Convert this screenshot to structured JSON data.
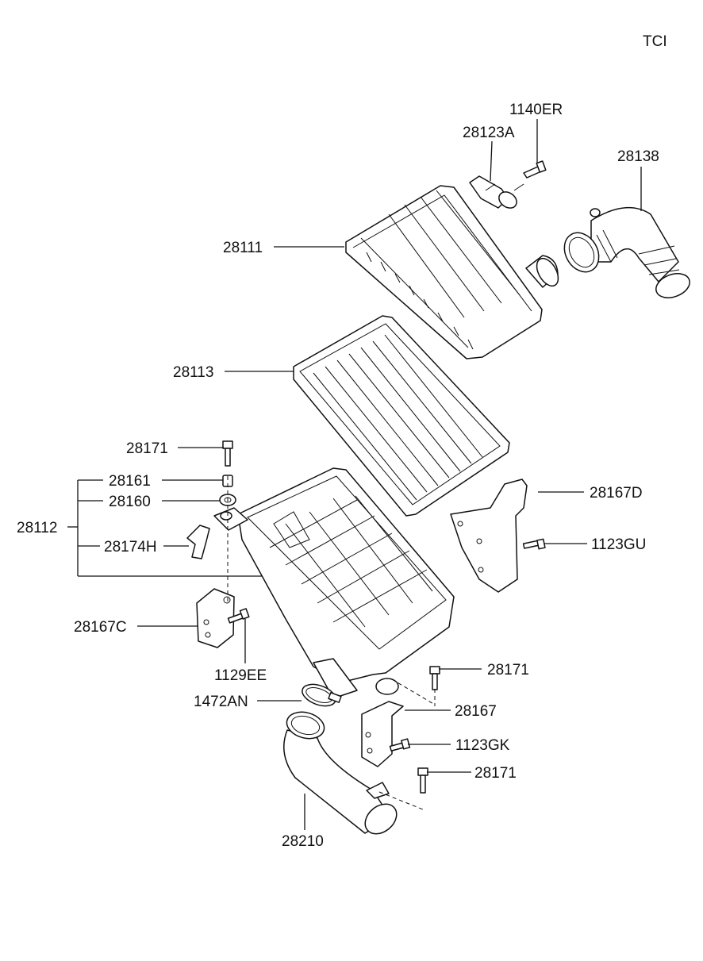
{
  "diagram": {
    "variant": "TCI",
    "labels": {
      "p1140er": "1140ER",
      "p28123a": "28123A",
      "p28138": "28138",
      "p28111": "28111",
      "p28113": "28113",
      "p28171_top": "28171",
      "p28161": "28161",
      "p28160": "28160",
      "p28112": "28112",
      "p28174h": "28174H",
      "p28167d": "28167D",
      "p1123gu": "1123GU",
      "p28167c": "28167C",
      "p1129ee": "1129EE",
      "p28171_mid": "28171",
      "p1472an": "1472AN",
      "p28167": "28167",
      "p1123gk": "1123GK",
      "p28171_bot": "28171",
      "p28210": "28210"
    }
  }
}
